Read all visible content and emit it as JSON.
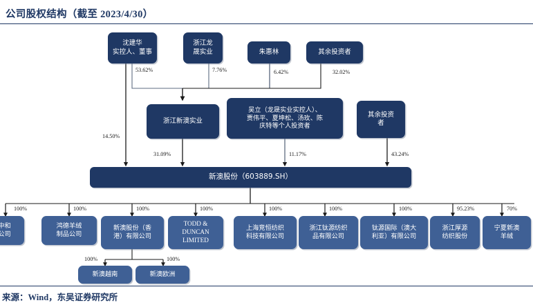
{
  "title": "公司股权结构（截至 2023/4/30）",
  "source": "来源：Wind，东吴证券研究所",
  "colors": {
    "dark_navy": "#1F3864",
    "steel_blue": "#3F6095",
    "rule": "#1F3864",
    "wire": "#1a1a1a",
    "wire_grey": "#7F8FA6"
  },
  "chart_data": {
    "type": "diagram",
    "title": "公司股权结构（截至 2023/4/30）",
    "subtype": "ownership-structure-tree",
    "tiers": [
      {
        "name": "shareholders-top",
        "nodes": [
          {
            "id": "shen",
            "label": "沈建华\n实控人、董事"
          },
          {
            "id": "longsheng",
            "label": "浙江龙晟实业"
          },
          {
            "id": "zhu",
            "label": "朱惠林"
          },
          {
            "id": "other_top",
            "label": "其余投资者"
          }
        ]
      },
      {
        "name": "holding-middle",
        "nodes": [
          {
            "id": "xinao_sy",
            "label": "浙江新澳实业"
          },
          {
            "id": "individuals",
            "label": "吴立（龙晟实业实控人）、贾伟平、夏坤松、汤玫、陈庆特等个人投资者"
          },
          {
            "id": "other_mid",
            "label": "其余投资者"
          }
        ]
      },
      {
        "name": "listed-company",
        "nodes": [
          {
            "id": "xinao",
            "label": "新澳股份（603889.SH）"
          }
        ]
      },
      {
        "name": "subsidiaries",
        "nodes": [
          {
            "id": "sub1",
            "label": "中和\n公司"
          },
          {
            "id": "sub2",
            "label": "鸿德羊绒\n制品公司"
          },
          {
            "id": "sub3",
            "label": "新澳股份（香港）有限公司"
          },
          {
            "id": "sub4",
            "label": "TODD & DUNCAN LIMITED"
          },
          {
            "id": "sub5",
            "label": "上海竞恒纺织科技有限公司"
          },
          {
            "id": "sub6",
            "label": "浙江钛源纺织品有限公司"
          },
          {
            "id": "sub7",
            "label": "钛源国际（澳大利亚）有限公司"
          },
          {
            "id": "sub8",
            "label": "浙江厚源纺织股份"
          },
          {
            "id": "sub9",
            "label": "宁夏新澳羊绒"
          }
        ]
      },
      {
        "name": "sub-subsidiaries",
        "nodes": [
          {
            "id": "hk1",
            "label": "新澳越南"
          },
          {
            "id": "hk2",
            "label": "新澳欧洲"
          }
        ]
      }
    ],
    "edges": [
      {
        "from": "shen",
        "to": "xinao_sy",
        "value": "53.62%"
      },
      {
        "from": "longsheng",
        "to": "xinao_sy",
        "value": "7.76%"
      },
      {
        "from": "zhu",
        "to": "xinao_sy",
        "value": "6.42%"
      },
      {
        "from": "other_top",
        "to": "xinao_sy",
        "value": "32.02%"
      },
      {
        "from": "shen",
        "to": "xinao",
        "value": "14.50%"
      },
      {
        "from": "xinao_sy",
        "to": "xinao",
        "value": "31.09%"
      },
      {
        "from": "individuals",
        "to": "xinao",
        "value": "11.17%"
      },
      {
        "from": "other_mid",
        "to": "xinao",
        "value": "43.24%"
      },
      {
        "from": "xinao",
        "to": "sub1",
        "value": "100%"
      },
      {
        "from": "xinao",
        "to": "sub2",
        "value": "100%"
      },
      {
        "from": "xinao",
        "to": "sub3",
        "value": "100%"
      },
      {
        "from": "xinao",
        "to": "sub4",
        "value": "100%"
      },
      {
        "from": "xinao",
        "to": "sub5",
        "value": "100%"
      },
      {
        "from": "xinao",
        "to": "sub6",
        "value": "100%"
      },
      {
        "from": "xinao",
        "to": "sub7",
        "value": "100%"
      },
      {
        "from": "xinao",
        "to": "sub8",
        "value": "95.23%"
      },
      {
        "from": "xinao",
        "to": "sub9",
        "value": "70%"
      },
      {
        "from": "sub3",
        "to": "hk1",
        "value": "100%"
      },
      {
        "from": "sub3",
        "to": "hk2",
        "value": "100%"
      }
    ]
  },
  "nodes": {
    "shen_l1": "沈建华",
    "shen_l2": "实控人、董事",
    "longsheng_l1": "浙江龙",
    "longsheng_l2": "晟实业",
    "zhu": "朱惠林",
    "other_top": "其余投资者",
    "xinao_sy": "浙江新澳实业",
    "individuals_l1": "吴立（龙晟实业实控人）、",
    "individuals_l2": "贾伟平、夏坤松、汤玫、陈",
    "individuals_l3": "庆特等个人投资者",
    "other_mid_l1": "其余投资",
    "other_mid_l2": "者",
    "xinao": "新澳股份（603889.SH）",
    "sub1_l1": "中和",
    "sub1_l2": "公司",
    "sub2_l1": "鸿德羊绒",
    "sub2_l2": "制品公司",
    "sub3_l1": "新澳股份（香",
    "sub3_l2": "港）有限公司",
    "sub4_l1": "TODD &",
    "sub4_l2": "DUNCAN",
    "sub4_l3": "LIMITED",
    "sub5_l1": "上海竞恒纺织",
    "sub5_l2": "科技有限公司",
    "sub6_l1": "浙江钛源纺织",
    "sub6_l2": "品有限公司",
    "sub7_l1": "钛源国际（澳大",
    "sub7_l2": "利亚）有限公司",
    "sub8_l1": "浙江厚源",
    "sub8_l2": "纺织股份",
    "sub9_l1": "宁夏新澳",
    "sub9_l2": "羊绒",
    "hk1": "新澳越南",
    "hk2": "新澳欧洲"
  },
  "percentages": {
    "p_5362": "53.62%",
    "p_776": "7.76%",
    "p_642": "6.42%",
    "p_3202": "32.02%",
    "p_1450": "14.50%",
    "p_3109": "31.09%",
    "p_1117": "11.17%",
    "p_4324": "43.24%",
    "s1": "100%",
    "s2": "100%",
    "s3": "100%",
    "s4": "100%",
    "s5": "100%",
    "s6": "100%",
    "s7": "100%",
    "s8": "95.23%",
    "s9": "70%",
    "hk_left": "100%",
    "hk_right": "100%"
  }
}
